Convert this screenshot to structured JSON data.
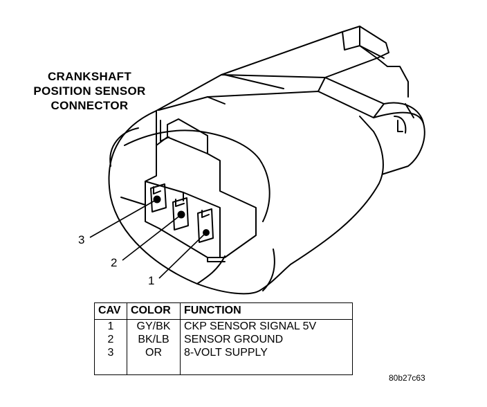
{
  "title_lines": [
    "CRANKSHAFT",
    "POSITION SENSOR",
    "CONNECTOR"
  ],
  "pin_labels": {
    "pin3": "3",
    "pin2": "2",
    "pin1": "1"
  },
  "table": {
    "headers": {
      "cav": "CAV",
      "color": "COLOR",
      "function": "FUNCTION"
    },
    "rows": [
      {
        "cav": "1",
        "color": "GY/BK",
        "function": "CKP SENSOR SIGNAL 5V"
      },
      {
        "cav": "2",
        "color": "BK/LB",
        "function": "SENSOR GROUND"
      },
      {
        "cav": "3",
        "color": "OR",
        "function": "8-VOLT SUPPLY"
      }
    ]
  },
  "figure_id": "80b27c63"
}
